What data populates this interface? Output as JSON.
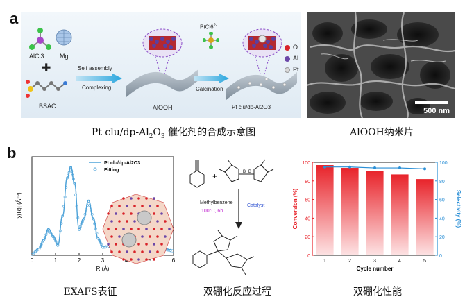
{
  "panel_a": {
    "letter": "a",
    "reagents": {
      "alcl3": "AlCl3",
      "mg": "Mg",
      "plus": "✚",
      "bsac": "BSAC"
    },
    "arrow1": {
      "top": "Self assembly",
      "bottom": "Complexing"
    },
    "sheet1_label": "AlOOH",
    "ptcl": "PtCl6",
    "ptcl_charge": "2-",
    "arrow2_bottom": "Calcination",
    "sheet2_label": "Pt clu/dp-Al2O3",
    "legend": [
      {
        "label": "O",
        "color": "#d8232a"
      },
      {
        "label": "Al",
        "color": "#6b47a8"
      },
      {
        "label": "Pt",
        "color": "#d9d9d9"
      }
    ],
    "sem_scale": "500 nm",
    "caption_main": "Pt clu/dp-Al",
    "caption_sub1": "2",
    "caption_mid": "O",
    "caption_sub2": "3",
    "caption_tail": " 催化剂的合成示意图",
    "caption_sem": "AlOOH纳米片"
  },
  "panel_b": {
    "letter": "b",
    "exafs_caption": "EXAFS表征",
    "reaction_caption": "双硼化反应过程",
    "performance_caption": "双硼化性能",
    "reaction": {
      "plus": "+",
      "solvent": "Methylbenzene",
      "conditions": "100°C, 6h",
      "catalyst": "Catalyst"
    }
  },
  "colors": {
    "accent": "#4ea3d9",
    "red": "#e8232a",
    "sheet": "#8a9bab"
  },
  "chart_data": [
    {
      "type": "line",
      "xlabel": "R (Å)",
      "ylabel": "|χ(R)| (Å⁻³)",
      "xlim": [
        0,
        6
      ],
      "xticks": [
        0,
        1,
        2,
        3,
        4,
        5,
        6
      ],
      "series": [
        {
          "name": "Pt clu/dp-Al2O3",
          "style": "line"
        },
        {
          "name": "Fitting",
          "style": "markers"
        }
      ],
      "x": [
        0.0,
        0.3,
        0.5,
        0.7,
        0.9,
        1.1,
        1.3,
        1.5,
        1.65,
        1.8,
        2.0,
        2.2,
        2.4,
        2.6,
        2.8,
        3.0,
        3.5,
        4.0,
        4.5,
        5.0,
        5.5,
        6.0
      ],
      "values": [
        0.02,
        0.08,
        0.18,
        0.3,
        0.22,
        0.12,
        0.45,
        0.88,
        1.0,
        0.82,
        0.3,
        0.42,
        0.62,
        0.42,
        0.2,
        0.1,
        0.12,
        0.08,
        0.1,
        0.07,
        0.08,
        0.06
      ]
    },
    {
      "type": "bar",
      "xlabel": "Cycle number",
      "ylabel": "Conversion (%)",
      "y2label": "Selectivity (%)",
      "categories": [
        "1",
        "2",
        "3",
        "4",
        "5"
      ],
      "ylim": [
        0,
        100
      ],
      "yticks": [
        0,
        20,
        40,
        60,
        80,
        100
      ],
      "y2lim": [
        0,
        100
      ],
      "y2ticks": [
        0,
        20,
        40,
        60,
        80,
        100
      ],
      "conversion": [
        97,
        94,
        91,
        87,
        82
      ],
      "selectivity": [
        95,
        95,
        94,
        94,
        93
      ]
    }
  ]
}
